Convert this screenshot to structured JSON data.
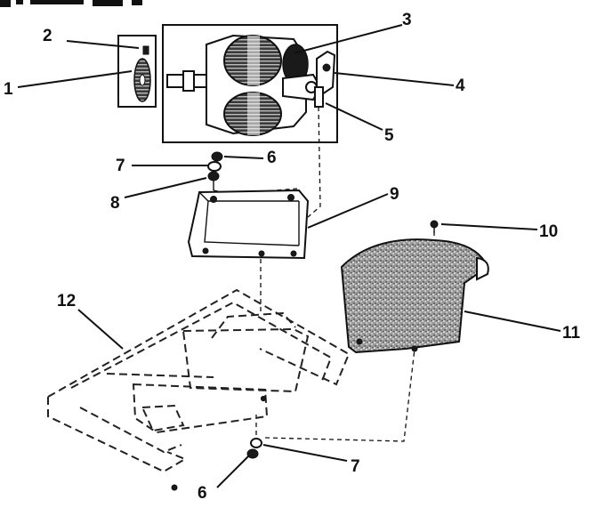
{
  "callouts": [
    {
      "id": "1",
      "label": "1"
    },
    {
      "id": "2",
      "label": "2"
    },
    {
      "id": "3",
      "label": "3"
    },
    {
      "id": "4",
      "label": "4"
    },
    {
      "id": "5",
      "label": "5"
    },
    {
      "id": "6a",
      "label": "6"
    },
    {
      "id": "7a",
      "label": "7"
    },
    {
      "id": "8",
      "label": "8"
    },
    {
      "id": "9",
      "label": "9"
    },
    {
      "id": "10",
      "label": "10"
    },
    {
      "id": "11",
      "label": "11"
    },
    {
      "id": "12",
      "label": "12"
    },
    {
      "id": "6b",
      "label": "6"
    },
    {
      "id": "7b",
      "label": "7"
    }
  ]
}
